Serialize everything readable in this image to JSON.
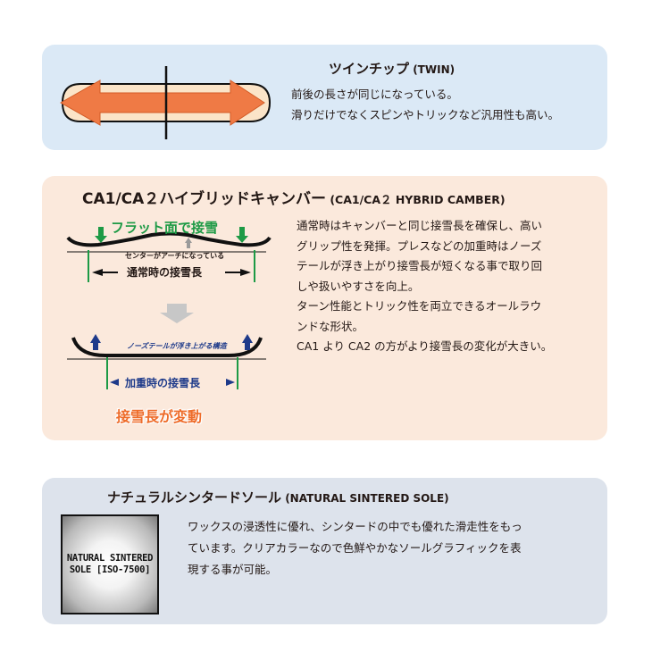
{
  "twin": {
    "title_jp": "ツインチップ",
    "title_en": " (TWIN)",
    "description": [
      "前後の長さが同じになっている。",
      "滑りだけでなくスピンやトリックなど汎用性も高い。"
    ],
    "arrow_color": "#ef7a45"
  },
  "hybrid": {
    "title_jp": "CA1/CA２ハイブリッドキャンバー",
    "title_en": " (CA1/CA２ HYBRID CAMBER)",
    "description": [
      "通常時はキャンバーと同じ接雪長を確保し、高い",
      "グリップ性を発揮。プレスなどの加重時はノーズ",
      "テールが浮き上がり接雪長が短くなる事で取り回",
      "しや扱いやすさを向上。",
      "ターン性能とトリック性を両立できるオールラウ",
      "ンドな形状。",
      "CA1 より CA2 の方がより接雪長の変化が大きい。"
    ],
    "diagram": {
      "flat_label": "フラット面で接雪",
      "arch_label": "センターがアーチになっている",
      "normal_length_label": "通常時の接雪長",
      "nose_lift_label": "ノーズテールが浮き上がる構造",
      "loaded_length_label": "加重時の接雪長",
      "change_label": "接雪長が変動",
      "green": "#1d9a45",
      "navy": "#1e3a8a",
      "orange": "#ee6c2a"
    }
  },
  "sole": {
    "title_jp": "ナチュラルシンタードソール",
    "title_en": " (NATURAL SINTERED SOLE)",
    "description": [
      "ワックスの浸透性に優れ、シンタードの中でも優れた滑走性をもっ",
      "ています。クリアカラーなので色鮮やかなソールグラフィックを表",
      "現する事が可能。"
    ],
    "badge_line1": "NATURAL SINTERED",
    "badge_line2": "SOLE [ISO-7500]"
  }
}
